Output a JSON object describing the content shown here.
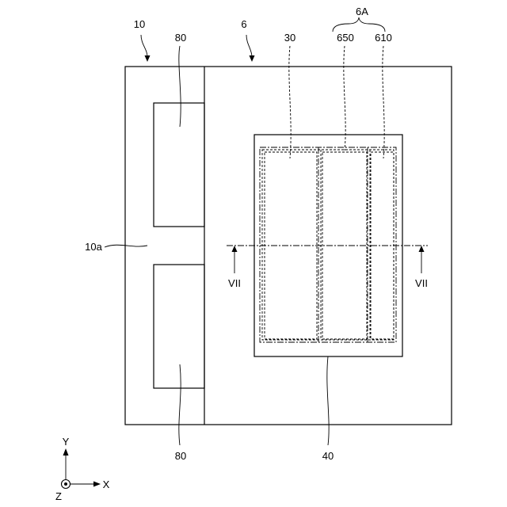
{
  "labels": {
    "device": "10",
    "substrate": "6",
    "group": "6A",
    "element_30": "30",
    "element_650": "650",
    "element_610": "610",
    "slit": "10a",
    "pad_top": "80",
    "pad_bottom": "80",
    "window": "40",
    "section_left": "VII",
    "section_right": "VII"
  },
  "axes": {
    "y": "Y",
    "x": "X",
    "z": "Z"
  }
}
